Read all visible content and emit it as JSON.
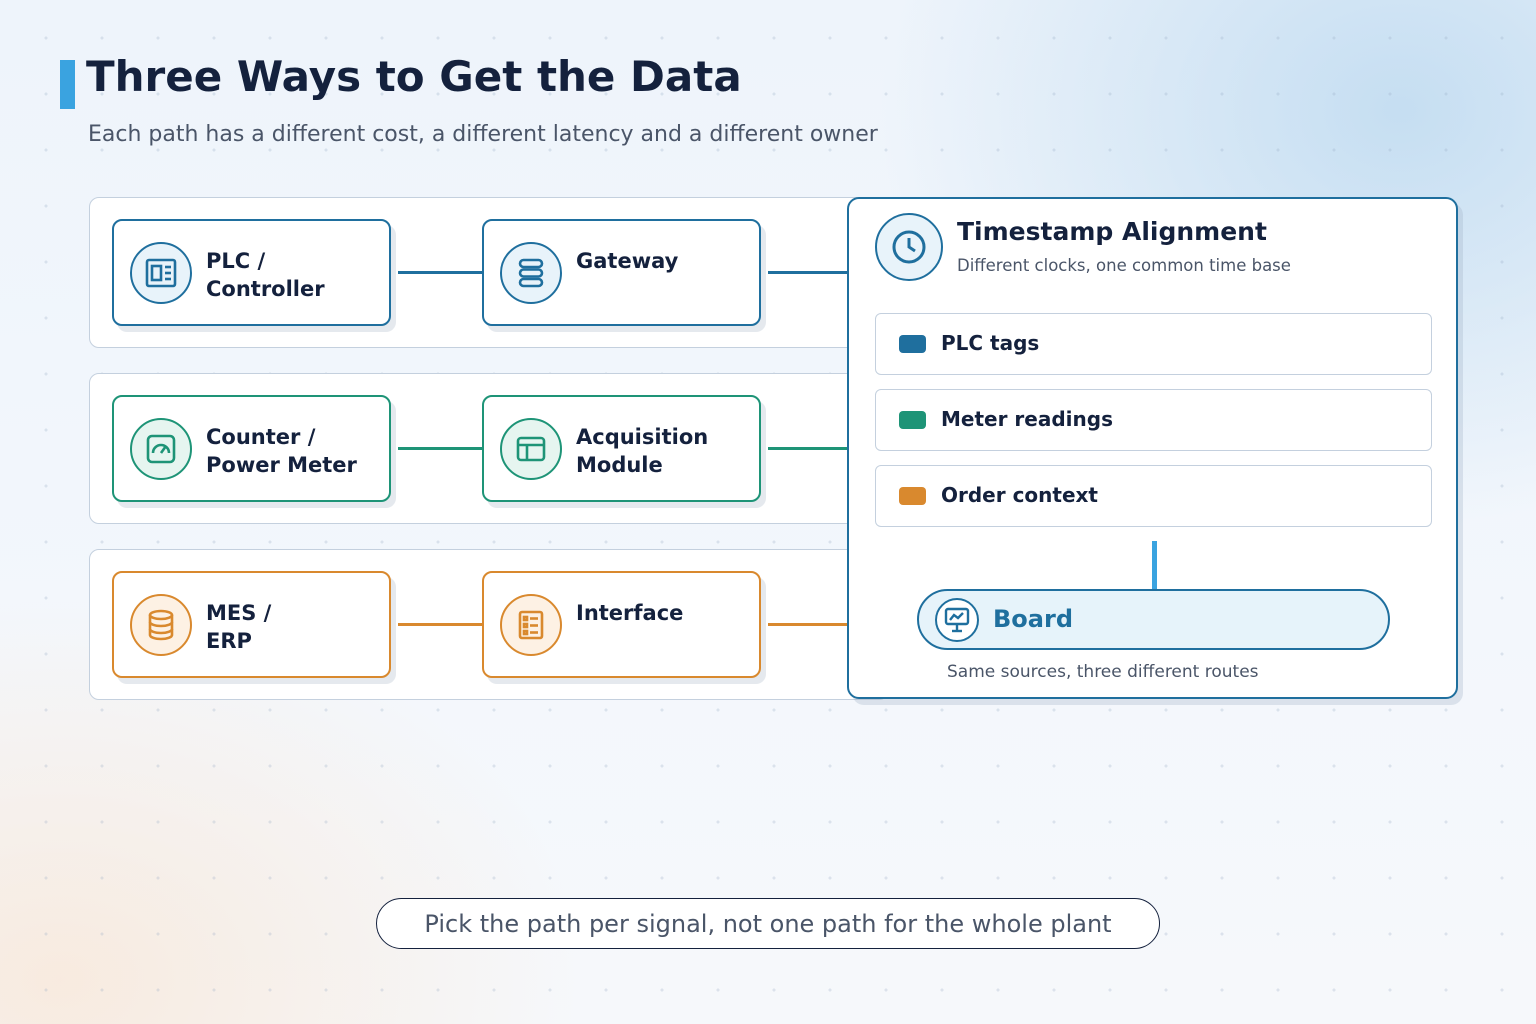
{
  "header": {
    "title": "Three Ways to Get the Data",
    "subtitle": "Each path has a different cost, a different latency and a different owner"
  },
  "paths": [
    {
      "color": "#1f6f9e",
      "source": {
        "label": "PLC /\nController",
        "icon": "plc-icon"
      },
      "intermediate": {
        "label": "Gateway",
        "icon": "server-stack-icon"
      }
    },
    {
      "color": "#1e9477",
      "source": {
        "label": "Counter /\nPower Meter",
        "icon": "gauge-icon"
      },
      "intermediate": {
        "label": "Acquisition\nModule",
        "icon": "window-module-icon"
      }
    },
    {
      "color": "#d9892e",
      "source": {
        "label": "MES /\nERP",
        "icon": "database-icon"
      },
      "intermediate": {
        "label": "Interface",
        "icon": "list-document-icon"
      }
    }
  ],
  "alignment": {
    "title": "Timestamp Alignment",
    "subtitle": "Different clocks, one common time base",
    "icon": "clock-icon",
    "sources": [
      {
        "label": "PLC tags",
        "color": "#1f6f9e"
      },
      {
        "label": "Meter readings",
        "color": "#1e9477"
      },
      {
        "label": "Order context",
        "color": "#d9892e"
      }
    ],
    "board": {
      "label": "Board",
      "icon": "dashboard-board-icon"
    },
    "note": "Same sources, three different routes"
  },
  "footer": {
    "callout": "Pick the path per signal, not one path for the whole plant"
  }
}
